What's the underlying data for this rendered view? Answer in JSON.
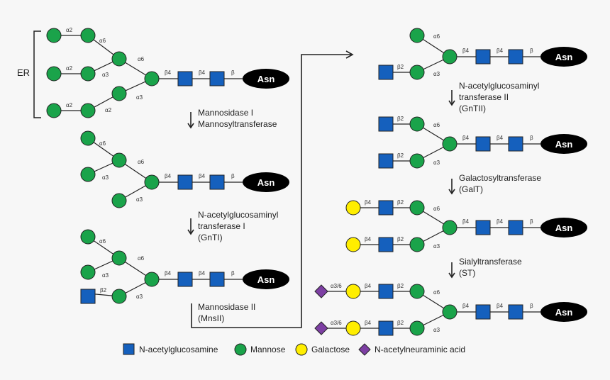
{
  "colors": {
    "glcnac": "#1560bd",
    "mannose": "#1aa34a",
    "galactose": "#ffee00",
    "sialic": "#7d3fa3",
    "line": "#222222",
    "asn": "#000000"
  },
  "er_label": "ER",
  "asn_label": "Asn",
  "steps": {
    "s1": [
      "Mannosidase I",
      "Mannosyltransferase"
    ],
    "s2": [
      "N-acetylglucosaminyl",
      "transferase I",
      "(GnTI)"
    ],
    "s3": [
      "Mannosidase II",
      "(MnsII)"
    ],
    "s4": [
      "N-acetylglucosaminyl",
      "transferase II",
      "(GnTII)"
    ],
    "s5": [
      "Galactosyltransferase",
      "(GalT)"
    ],
    "s6": [
      "Sialyltransferase",
      "(ST)"
    ]
  },
  "bonds": {
    "a2": "α2",
    "a3": "α3",
    "a6": "α6",
    "b": "β",
    "b2": "β2",
    "b4": "β4",
    "a36": "α3/6"
  },
  "legend": {
    "glcnac": "N-acetylglucosamine",
    "mannose": "Mannose",
    "galactose": "Galactose",
    "sialic": "N-acetylneuraminic acid"
  }
}
